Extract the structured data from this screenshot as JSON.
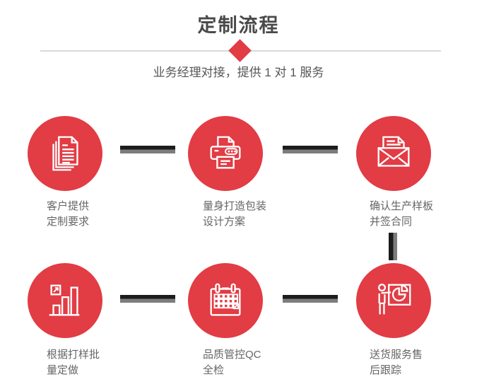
{
  "header": {
    "title": "定制流程",
    "subtitle": "业务经理对接，提供 1 对 1 服务"
  },
  "colors": {
    "accent_red": "#e23c44",
    "connector_dark": "#1c1c1c",
    "connector_gray": "#7d7d7d",
    "divider_gray": "#d9d9d9",
    "title_color": "#4a4a4a",
    "label_color": "#666666"
  },
  "steps": [
    {
      "icon": "documents-icon",
      "line1": "客户提供",
      "line2": "定制要求"
    },
    {
      "icon": "printer-icon",
      "line1": "量身打造包装",
      "line2": "设计方案"
    },
    {
      "icon": "envelope-icon",
      "line1": "确认生产样板",
      "line2": "并签合同"
    },
    {
      "icon": "bar-chart-icon",
      "line1": "根据打样批",
      "line2": "量定做"
    },
    {
      "icon": "calendar-icon",
      "line1": "品质管控QC",
      "line2": "全检"
    },
    {
      "icon": "presenter-icon",
      "line1": "送货服务售",
      "line2": "后跟踪"
    }
  ]
}
